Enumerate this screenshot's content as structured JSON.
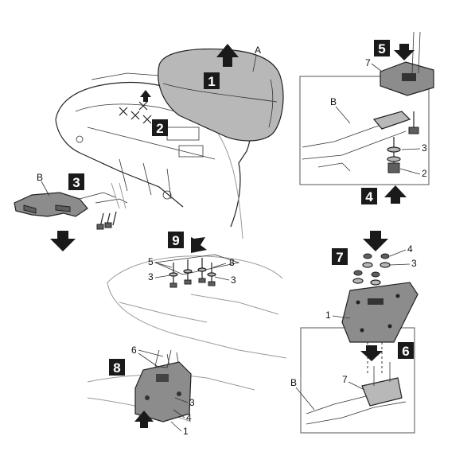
{
  "step_labels": {
    "s1": "1",
    "s2": "2",
    "s3": "3",
    "s4": "4",
    "s5": "5",
    "s6": "6",
    "s7": "7",
    "s8": "8",
    "s9": "9"
  },
  "callouts": {
    "A": "A",
    "B_left": "B",
    "B_topright": "B",
    "B_bottomright": "B",
    "tr_7": "7",
    "tr_3": "3",
    "tr_2": "2",
    "mid_5": "5",
    "mid_8": "8",
    "mid_3a": "3",
    "mid_3b": "3",
    "bl_6": "6",
    "bl_3": "3",
    "bl_4": "4",
    "bl_1": "1",
    "br_4": "4",
    "br_3": "3",
    "br_1": "1",
    "br_7": "7"
  },
  "colors": {
    "label_bg": "#1a1a1a",
    "label_text": "#ffffff",
    "part_fill": "#8c8c8c"
  }
}
